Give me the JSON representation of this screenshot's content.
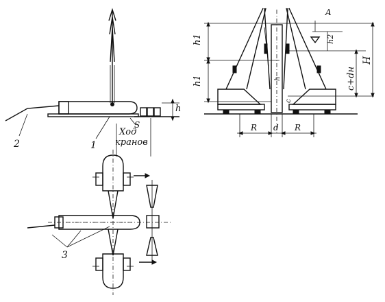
{
  "labels": {
    "callout_1": "1",
    "callout_2": "2",
    "callout_3": "3",
    "h_lower": "h",
    "s_label": "S",
    "travel_line1": "Ход",
    "travel_line2": "кранов",
    "mark_A": "A",
    "h1_upper": "h1",
    "h1_lower": "h1",
    "h2_small": "h2",
    "H_total": "H",
    "c_plus_dh": "c+dн",
    "R_left": "R",
    "R_right": "R",
    "d_center": "d",
    "c_small": "c",
    "h_axis": "h"
  }
}
